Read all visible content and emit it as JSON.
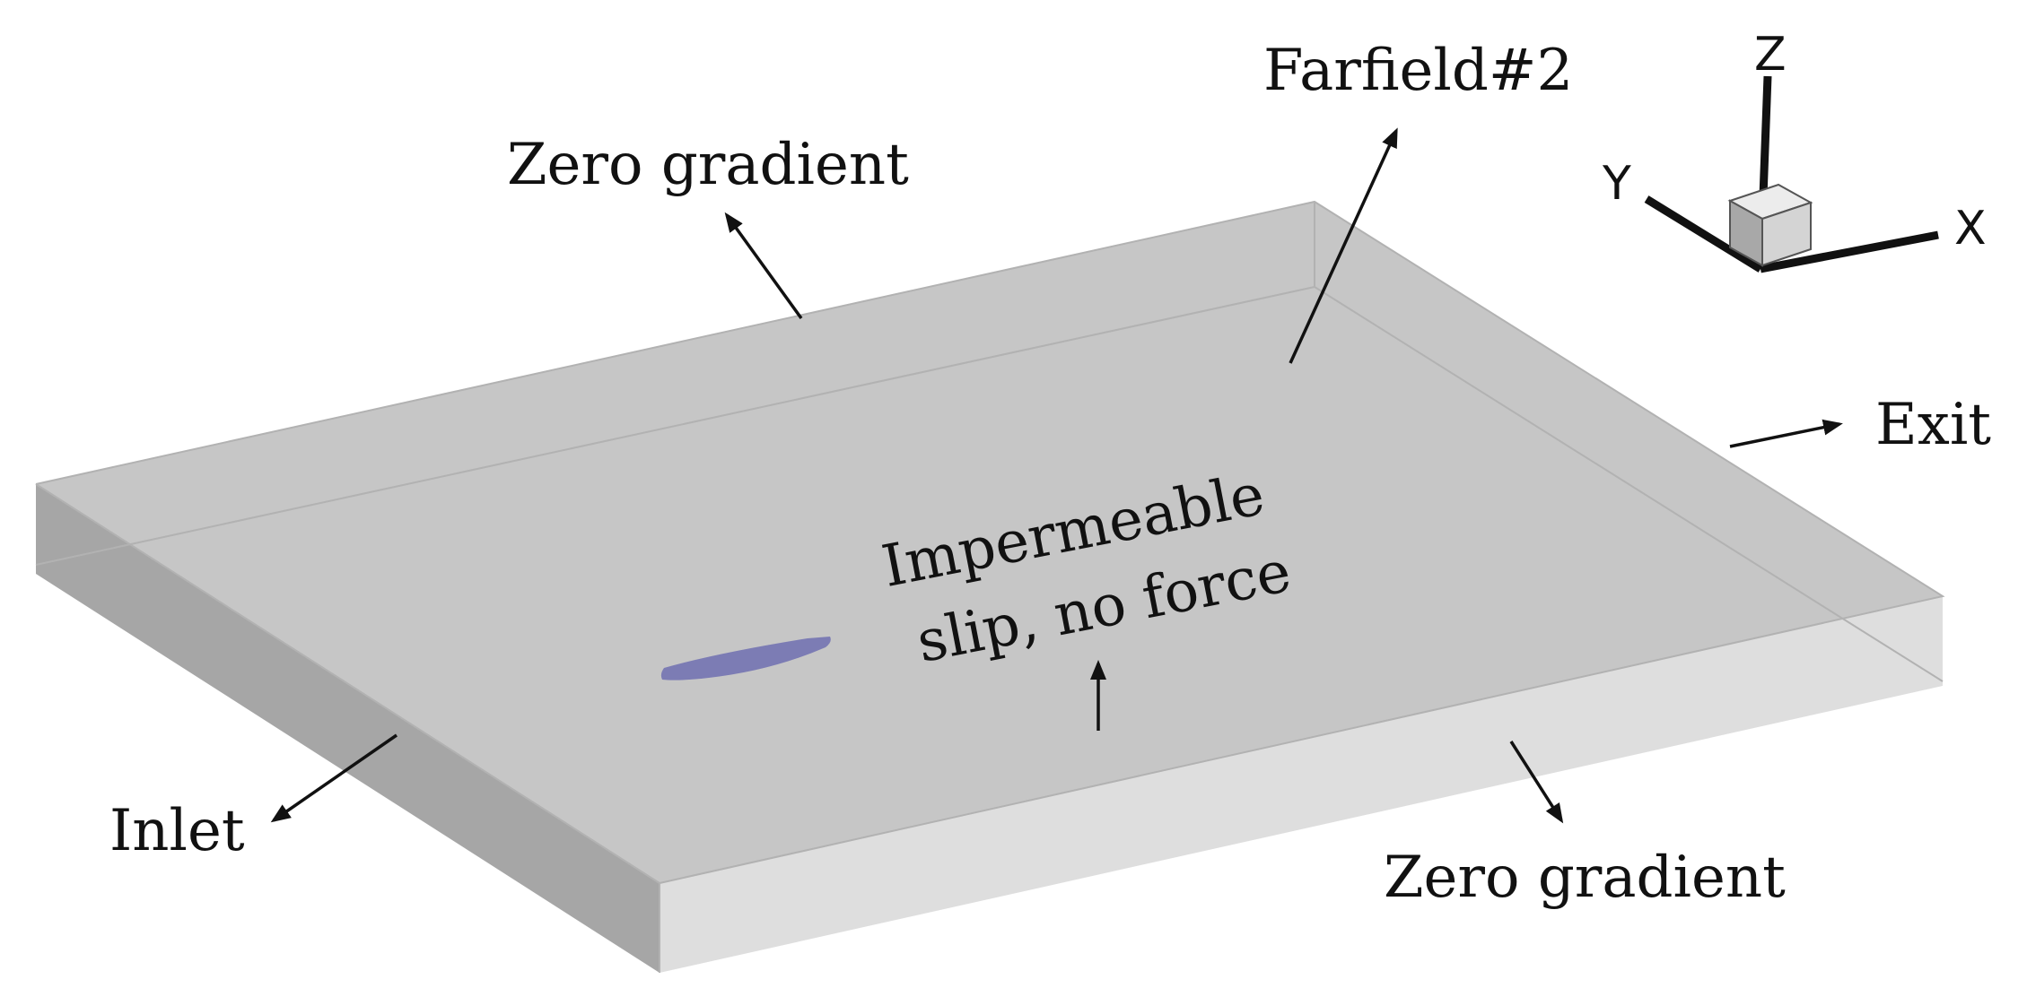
{
  "labels": {
    "farfield": "Farfield#2",
    "zero_gradient_top": "Zero gradient",
    "zero_gradient_bottom": "Zero gradient",
    "exit": "Exit",
    "inlet": "Inlet",
    "impermeable_line1": "Impermeable",
    "impermeable_line2": "slip, no force"
  },
  "axes": {
    "x": "X",
    "y": "Y",
    "z": "Z"
  },
  "colors": {
    "box_top": "#c6c6c6",
    "box_side_left": "#a6a6a6",
    "box_side_front": "#dedede",
    "box_side_right": "#bdbdbd",
    "ship": "#7c7cb4",
    "arrow": "#111111",
    "triad_cube": "#cfcfcf"
  }
}
